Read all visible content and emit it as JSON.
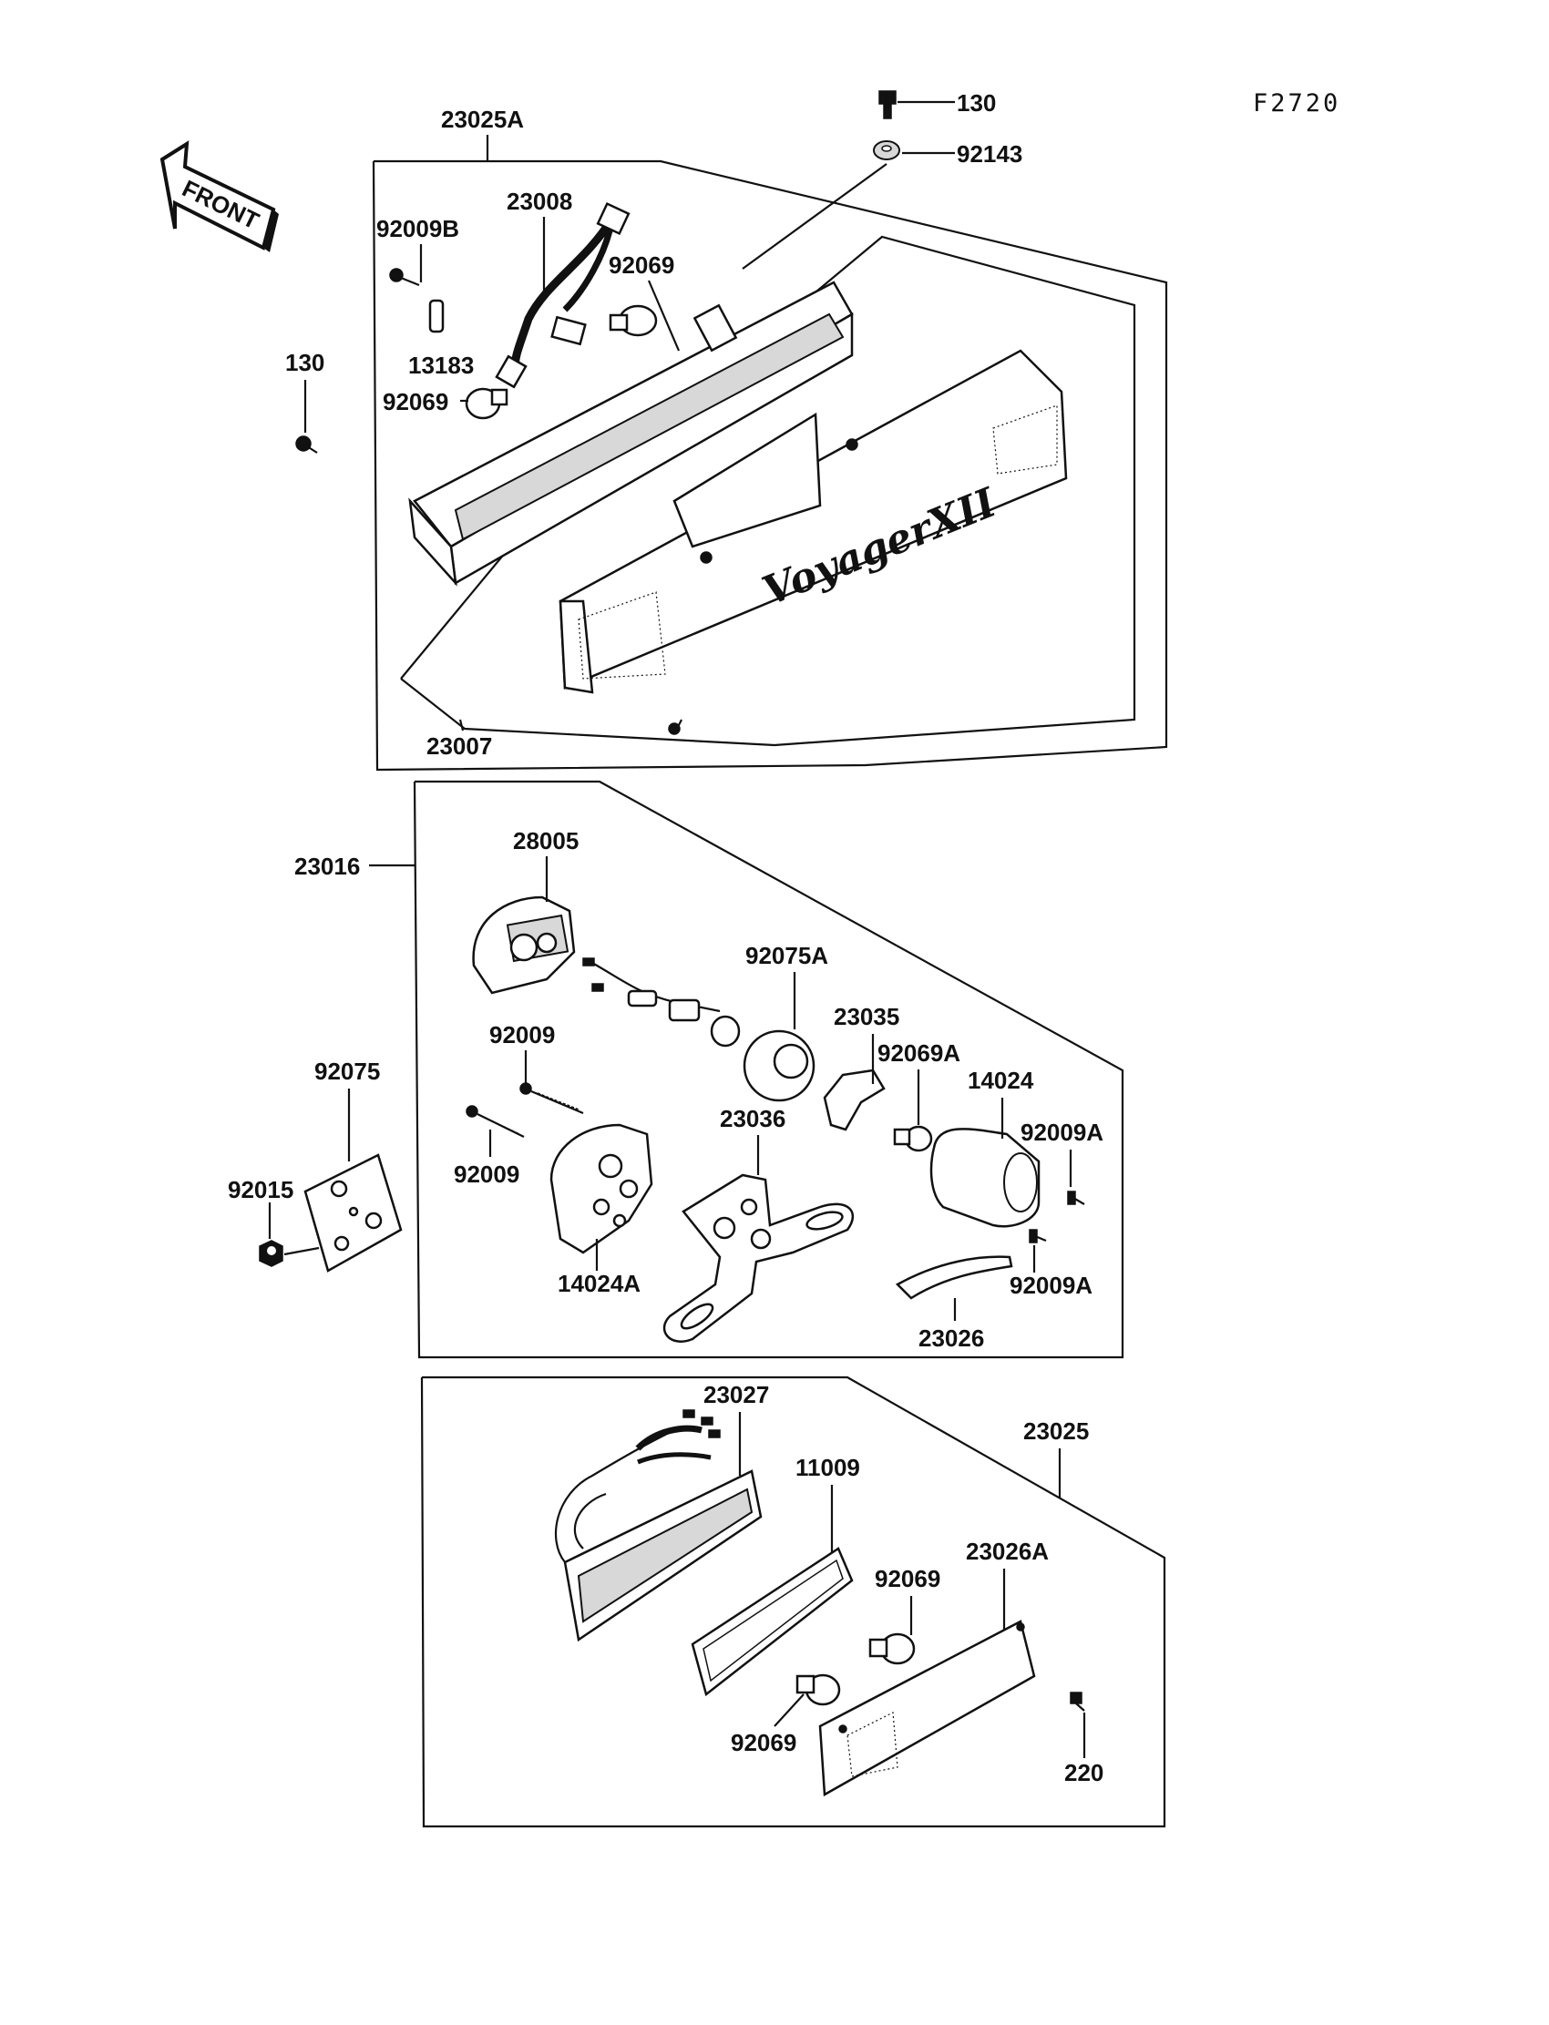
{
  "figure_code": "F2720",
  "front_arrow": "FRONT",
  "emblem_text": "VoyagerXII",
  "labels": {
    "l130_top": "130",
    "l92143": "92143",
    "l23025A": "23025A",
    "l92009B": "92009B",
    "l23008": "23008",
    "l92069_a": "92069",
    "l13183": "13183",
    "l92069_b": "92069",
    "l130_left": "130",
    "l23007": "23007",
    "l23016": "23016",
    "l28005": "28005",
    "l92075A": "92075A",
    "l23035": "23035",
    "l92069A": "92069A",
    "l14024": "14024",
    "l92009_a": "92009",
    "l92009_b": "92009",
    "l92075": "92075",
    "l23036": "23036",
    "l92009A_a": "92009A",
    "l92009A_b": "92009A",
    "l92015": "92015",
    "l14024A": "14024A",
    "l23026": "23026",
    "l23027": "23027",
    "l23025": "23025",
    "l11009": "11009",
    "l23026A": "23026A",
    "l92069_c": "92069",
    "l92069_d": "92069",
    "l220": "220"
  }
}
